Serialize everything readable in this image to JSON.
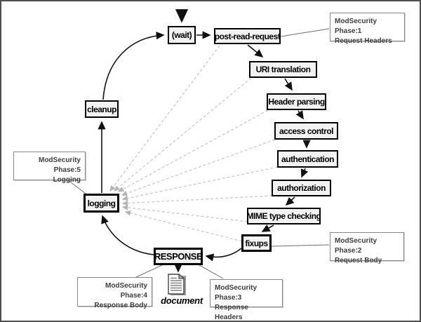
{
  "diagram": {
    "title_hint": "Apache request cycle with ModSecurity processing phases",
    "nodes": {
      "wait": {
        "label": "(wait)"
      },
      "post_read": {
        "label": "post-read-request"
      },
      "uri": {
        "label": "URI translation"
      },
      "header": {
        "label": "Header parsing"
      },
      "access": {
        "label": "access control"
      },
      "authn": {
        "label": "authentication"
      },
      "authz": {
        "label": "authorization"
      },
      "mime": {
        "label": "MIME type checking"
      },
      "fixups": {
        "label": "fixups"
      },
      "response": {
        "label": "RESPONSE"
      },
      "logging": {
        "label": "logging"
      },
      "cleanup": {
        "label": "cleanup"
      }
    },
    "annotations": {
      "phase1": {
        "line1": "ModSecurity Phase:1",
        "line2": "Request Headers"
      },
      "phase2": {
        "line1": "ModSecurity Phase:2",
        "line2": "Request Body"
      },
      "phase3": {
        "line1": "ModSecurity Phase:3",
        "line2": "Response Headers"
      },
      "phase4": {
        "line1": "ModSecurity Phase:4",
        "line2": "Response Body"
      },
      "phase5": {
        "line1": "ModSecurity Phase:5",
        "line2": "Logging"
      }
    },
    "document_label": "document",
    "colors": {
      "node_fill": "#f2f2f2",
      "node_border": "#000000",
      "annotation_border": "#878787",
      "annotation_text": "#3d3d3d",
      "solid_arrow": "#111111",
      "thin_line": "#6e6e6e",
      "dashed_line": "#c9c9c9",
      "dashed_head": "#b5b5b5",
      "frame": "#4f4f4f"
    }
  }
}
